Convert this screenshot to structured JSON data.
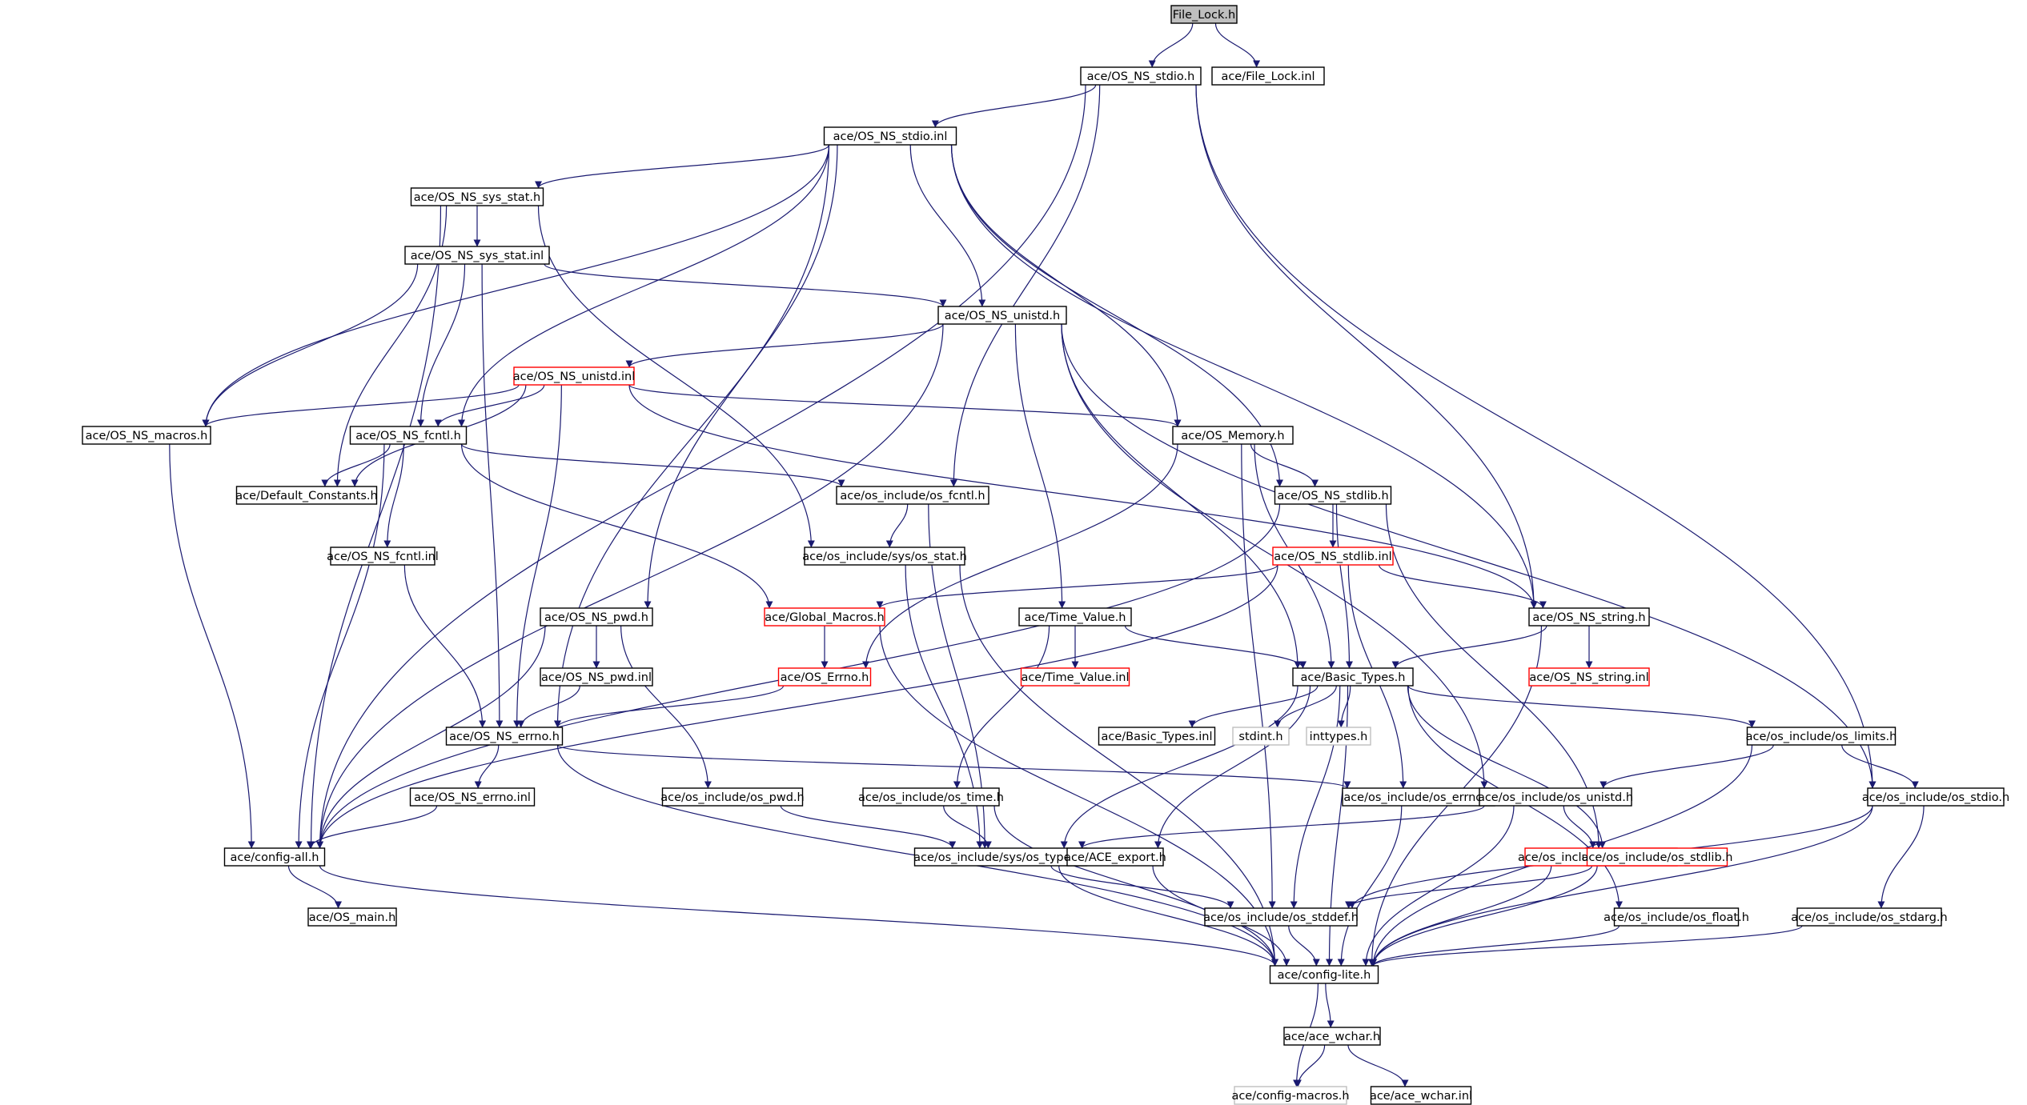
{
  "colors": {
    "edge": "#191970",
    "box_black": "#000000",
    "box_red": "#ff0000",
    "box_grey": "#bfbfbf",
    "fill_root": "#bfbfbf",
    "text": "#000000"
  },
  "nodes": [
    {
      "id": "n0",
      "label": "File_Lock.h",
      "style": "root"
    },
    {
      "id": "n1",
      "label": "ace/OS_NS_stdio.h",
      "style": "black"
    },
    {
      "id": "n2",
      "label": "ace/File_Lock.inl",
      "style": "black"
    },
    {
      "id": "n3",
      "label": "ace/OS_NS_stdio.inl",
      "style": "black"
    },
    {
      "id": "n4",
      "label": "ace/OS_NS_sys_stat.h",
      "style": "black"
    },
    {
      "id": "n5",
      "label": "ace/OS_NS_sys_stat.inl",
      "style": "black"
    },
    {
      "id": "n6",
      "label": "ace/OS_NS_unistd.h",
      "style": "black"
    },
    {
      "id": "n7",
      "label": "ace/OS_NS_unistd.inl",
      "style": "red"
    },
    {
      "id": "n8",
      "label": "ace/OS_NS_macros.h",
      "style": "black"
    },
    {
      "id": "n9",
      "label": "ace/OS_NS_fcntl.h",
      "style": "black"
    },
    {
      "id": "n10",
      "label": "ace/OS_Memory.h",
      "style": "black"
    },
    {
      "id": "n11",
      "label": "ace/Default_Constants.h",
      "style": "black"
    },
    {
      "id": "n12",
      "label": "ace/os_include/os_fcntl.h",
      "style": "black"
    },
    {
      "id": "n13",
      "label": "ace/OS_NS_stdlib.h",
      "style": "black"
    },
    {
      "id": "n14",
      "label": "ace/OS_NS_fcntl.inl",
      "style": "black"
    },
    {
      "id": "n15",
      "label": "ace/os_include/sys/os_stat.h",
      "style": "black"
    },
    {
      "id": "n16",
      "label": "ace/OS_NS_stdlib.inl",
      "style": "red"
    },
    {
      "id": "n17",
      "label": "ace/OS_NS_pwd.h",
      "style": "black"
    },
    {
      "id": "n18",
      "label": "ace/Global_Macros.h",
      "style": "red"
    },
    {
      "id": "n19",
      "label": "ace/Time_Value.h",
      "style": "black"
    },
    {
      "id": "n20",
      "label": "ace/OS_NS_string.h",
      "style": "black"
    },
    {
      "id": "n21",
      "label": "ace/OS_NS_pwd.inl",
      "style": "black"
    },
    {
      "id": "n22",
      "label": "ace/OS_Errno.h",
      "style": "red"
    },
    {
      "id": "n23",
      "label": "ace/Time_Value.inl",
      "style": "red"
    },
    {
      "id": "n24",
      "label": "ace/Basic_Types.h",
      "style": "black"
    },
    {
      "id": "n25",
      "label": "ace/OS_NS_string.inl",
      "style": "red"
    },
    {
      "id": "n26",
      "label": "ace/OS_NS_errno.h",
      "style": "black"
    },
    {
      "id": "n27",
      "label": "ace/Basic_Types.inl",
      "style": "black"
    },
    {
      "id": "n28",
      "label": "stdint.h",
      "style": "grey"
    },
    {
      "id": "n29",
      "label": "inttypes.h",
      "style": "grey"
    },
    {
      "id": "n30",
      "label": "ace/os_include/os_limits.h",
      "style": "black"
    },
    {
      "id": "n31",
      "label": "ace/OS_NS_errno.inl",
      "style": "black"
    },
    {
      "id": "n32",
      "label": "ace/os_include/os_pwd.h",
      "style": "black"
    },
    {
      "id": "n33",
      "label": "ace/os_include/os_time.h",
      "style": "black"
    },
    {
      "id": "n34",
      "label": "ace/os_include/os_errno.h",
      "style": "black"
    },
    {
      "id": "n35",
      "label": "ace/os_include/os_unistd.h",
      "style": "black"
    },
    {
      "id": "n36",
      "label": "ace/os_include/os_stdio.h",
      "style": "black"
    },
    {
      "id": "n37",
      "label": "ace/config-all.h",
      "style": "black"
    },
    {
      "id": "n38",
      "label": "ace/os_include/sys/os_types.h",
      "style": "black"
    },
    {
      "id": "n39",
      "label": "ace/ACE_export.h",
      "style": "black"
    },
    {
      "id": "n40",
      "label": "ace/os_include/os_inttypes.h",
      "style": "red"
    },
    {
      "id": "n41",
      "label": "ace/os_include/os_stdlib.h",
      "style": "red"
    },
    {
      "id": "n42",
      "label": "ace/OS_main.h",
      "style": "black"
    },
    {
      "id": "n43",
      "label": "ace/os_include/os_stddef.h",
      "style": "black"
    },
    {
      "id": "n44",
      "label": "ace/os_include/os_float.h",
      "style": "black"
    },
    {
      "id": "n45",
      "label": "ace/os_include/os_stdarg.h",
      "style": "black"
    },
    {
      "id": "n46",
      "label": "ace/config-lite.h",
      "style": "black"
    },
    {
      "id": "n47",
      "label": "ace/ace_wchar.h",
      "style": "black"
    },
    {
      "id": "n48",
      "label": "ace/config-macros.h",
      "style": "grey"
    },
    {
      "id": "n49",
      "label": "ace/ace_wchar.inl",
      "style": "black"
    }
  ],
  "edges": [
    [
      "n0",
      "n1"
    ],
    [
      "n0",
      "n2"
    ],
    [
      "n1",
      "n3"
    ],
    [
      "n1",
      "n37"
    ],
    [
      "n1",
      "n12"
    ],
    [
      "n1",
      "n36"
    ],
    [
      "n1",
      "n20"
    ],
    [
      "n3",
      "n4"
    ],
    [
      "n3",
      "n9"
    ],
    [
      "n3",
      "n6"
    ],
    [
      "n3",
      "n8"
    ],
    [
      "n3",
      "n10"
    ],
    [
      "n3",
      "n13"
    ],
    [
      "n3",
      "n17"
    ],
    [
      "n3",
      "n26"
    ],
    [
      "n3",
      "n20"
    ],
    [
      "n4",
      "n5"
    ],
    [
      "n4",
      "n11"
    ],
    [
      "n4",
      "n15"
    ],
    [
      "n4",
      "n37"
    ],
    [
      "n5",
      "n6"
    ],
    [
      "n5",
      "n9"
    ],
    [
      "n5",
      "n26"
    ],
    [
      "n5",
      "n8"
    ],
    [
      "n6",
      "n7"
    ],
    [
      "n6",
      "n19"
    ],
    [
      "n6",
      "n24"
    ],
    [
      "n6",
      "n35"
    ],
    [
      "n6",
      "n36"
    ],
    [
      "n6",
      "n37"
    ],
    [
      "n7",
      "n9"
    ],
    [
      "n7",
      "n8"
    ],
    [
      "n7",
      "n11"
    ],
    [
      "n7",
      "n10"
    ],
    [
      "n7",
      "n20"
    ],
    [
      "n7",
      "n26"
    ],
    [
      "n8",
      "n37"
    ],
    [
      "n9",
      "n11"
    ],
    [
      "n9",
      "n12"
    ],
    [
      "n9",
      "n14"
    ],
    [
      "n9",
      "n18"
    ],
    [
      "n9",
      "n37"
    ],
    [
      "n10",
      "n13"
    ],
    [
      "n10",
      "n24"
    ],
    [
      "n10",
      "n22"
    ],
    [
      "n10",
      "n43"
    ],
    [
      "n12",
      "n15"
    ],
    [
      "n12",
      "n38"
    ],
    [
      "n13",
      "n16"
    ],
    [
      "n13",
      "n24"
    ],
    [
      "n13",
      "n37"
    ],
    [
      "n13",
      "n41"
    ],
    [
      "n14",
      "n26"
    ],
    [
      "n15",
      "n38"
    ],
    [
      "n15",
      "n46"
    ],
    [
      "n16",
      "n20"
    ],
    [
      "n16",
      "n18"
    ],
    [
      "n16",
      "n34"
    ],
    [
      "n16",
      "n37"
    ],
    [
      "n17",
      "n21"
    ],
    [
      "n17",
      "n32"
    ],
    [
      "n17",
      "n37"
    ],
    [
      "n18",
      "n22"
    ],
    [
      "n18",
      "n46"
    ],
    [
      "n19",
      "n23"
    ],
    [
      "n19",
      "n24"
    ],
    [
      "n19",
      "n33"
    ],
    [
      "n20",
      "n25"
    ],
    [
      "n20",
      "n24"
    ],
    [
      "n20",
      "n46"
    ],
    [
      "n21",
      "n26"
    ],
    [
      "n22",
      "n26"
    ],
    [
      "n24",
      "n27"
    ],
    [
      "n24",
      "n28"
    ],
    [
      "n24",
      "n29"
    ],
    [
      "n24",
      "n30"
    ],
    [
      "n24",
      "n38"
    ],
    [
      "n24",
      "n39"
    ],
    [
      "n24",
      "n41"
    ],
    [
      "n24",
      "n43"
    ],
    [
      "n24",
      "n44"
    ],
    [
      "n24",
      "n46"
    ],
    [
      "n26",
      "n31"
    ],
    [
      "n26",
      "n34"
    ],
    [
      "n26",
      "n46"
    ],
    [
      "n30",
      "n35"
    ],
    [
      "n30",
      "n36"
    ],
    [
      "n30",
      "n46"
    ],
    [
      "n31",
      "n37"
    ],
    [
      "n32",
      "n38"
    ],
    [
      "n33",
      "n38"
    ],
    [
      "n33",
      "n46"
    ],
    [
      "n34",
      "n46"
    ],
    [
      "n35",
      "n38"
    ],
    [
      "n35",
      "n40"
    ],
    [
      "n35",
      "n46"
    ],
    [
      "n36",
      "n43"
    ],
    [
      "n36",
      "n45"
    ],
    [
      "n36",
      "n46"
    ],
    [
      "n37",
      "n42"
    ],
    [
      "n37",
      "n46"
    ],
    [
      "n38",
      "n43"
    ],
    [
      "n38",
      "n46"
    ],
    [
      "n39",
      "n46"
    ],
    [
      "n40",
      "n46"
    ],
    [
      "n41",
      "n43"
    ],
    [
      "n41",
      "n46"
    ],
    [
      "n43",
      "n46"
    ],
    [
      "n44",
      "n46"
    ],
    [
      "n45",
      "n46"
    ],
    [
      "n46",
      "n47"
    ],
    [
      "n46",
      "n48"
    ],
    [
      "n47",
      "n48"
    ],
    [
      "n47",
      "n49"
    ]
  ]
}
